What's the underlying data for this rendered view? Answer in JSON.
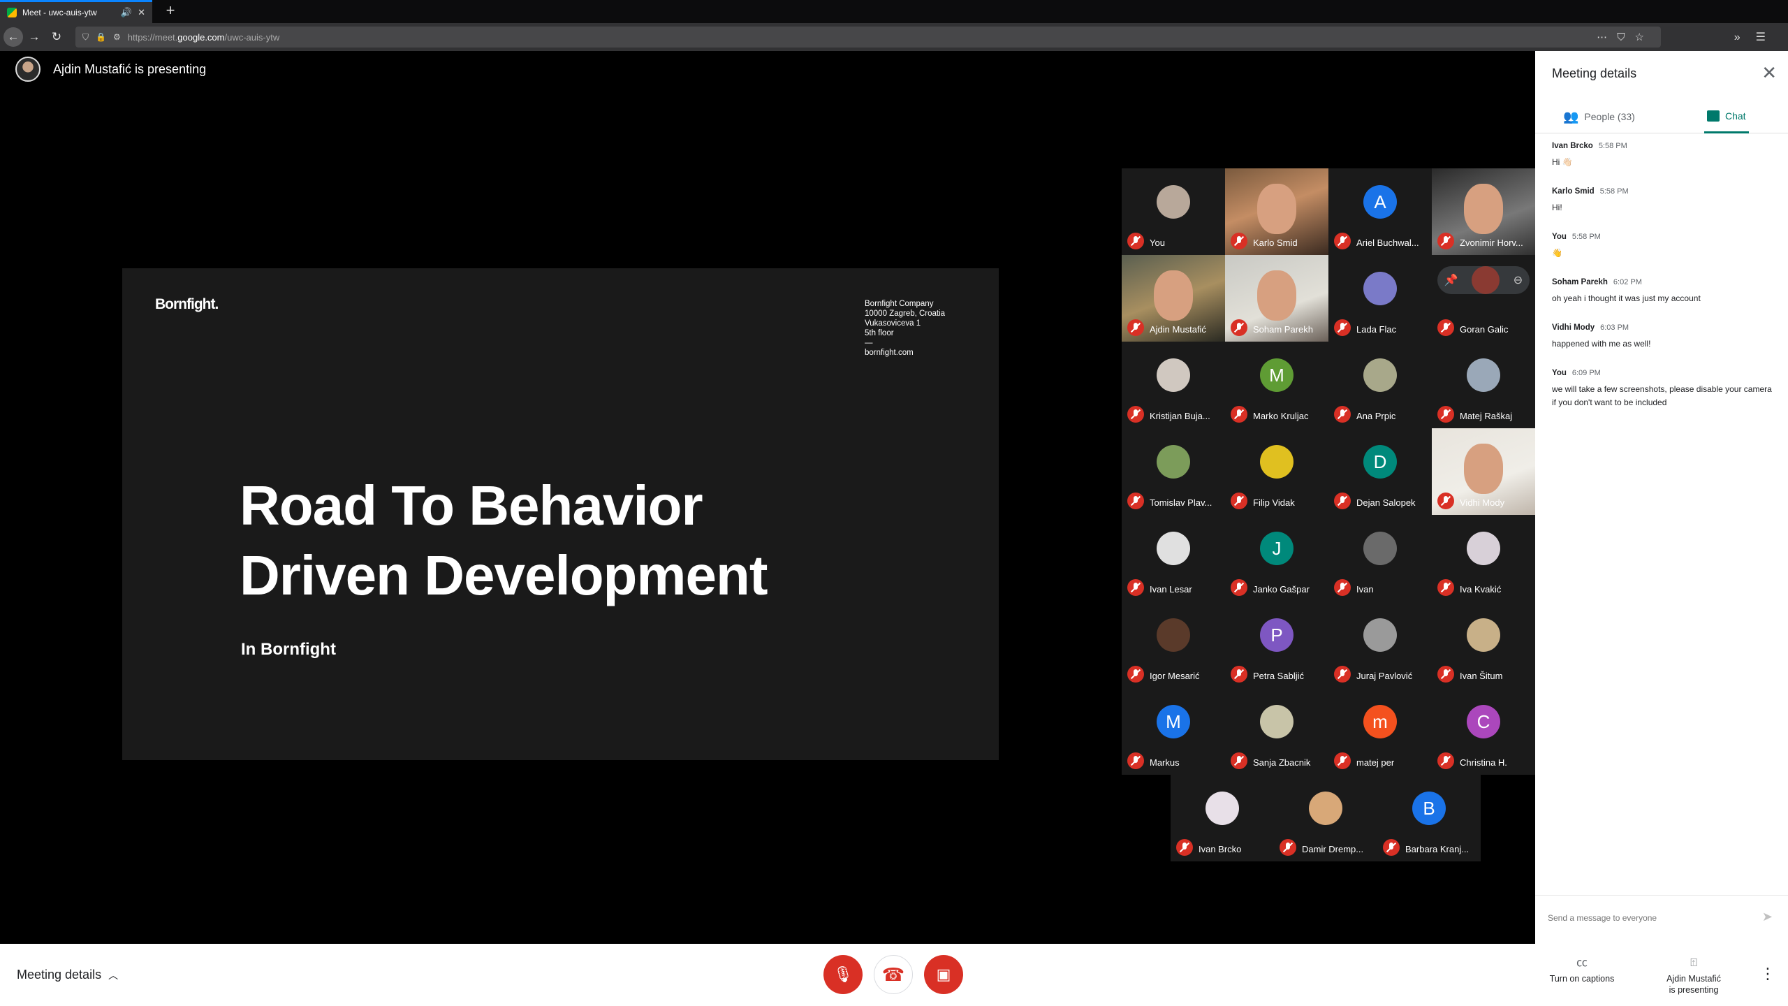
{
  "browser": {
    "tab_title": "Meet - uwc-auis-ytw",
    "tab_audio_icon": "speaker-icon",
    "url_prefix": "https://meet.",
    "url_host": "google.com",
    "url_path": "/uwc-auis-ytw"
  },
  "presenter_banner": "Ajdin Mustafić is presenting",
  "slide": {
    "logo": "Bornfight.",
    "address": "Bornfight Company\n10000 Zagreb, Croatia\nVukasoviceva 1\n5th floor\n—\nbornfight.com",
    "headline_1": "Road To Behavior",
    "headline_2": "Driven Development",
    "subtitle": "In Bornfight"
  },
  "participants": [
    {
      "name": "You",
      "kind": "photo",
      "color": "#b8a89a"
    },
    {
      "name": "Karlo Smid",
      "kind": "video",
      "v": "v1"
    },
    {
      "name": "Ariel Buchwal...",
      "kind": "letter",
      "letter": "A",
      "color": "#1a73e8"
    },
    {
      "name": "Zvonimir Horv...",
      "kind": "video",
      "v": "v2"
    },
    {
      "name": "Ajdin Mustafić",
      "kind": "video",
      "v": "v3"
    },
    {
      "name": "Soham Parekh",
      "kind": "video",
      "v": "v4"
    },
    {
      "name": "Lada Flac",
      "kind": "photo",
      "color": "#7a7ac8"
    },
    {
      "name": "Goran Galic",
      "kind": "hover"
    },
    {
      "name": "Kristijan Buja...",
      "kind": "photo",
      "color": "#d0c8c0"
    },
    {
      "name": "Marko Kruljac",
      "kind": "letter",
      "letter": "M",
      "color": "#5f9c34"
    },
    {
      "name": "Ana Prpic",
      "kind": "photo",
      "color": "#a8a88a"
    },
    {
      "name": "Matej Raškaj",
      "kind": "photo",
      "color": "#9aa8b8"
    },
    {
      "name": "Tomislav Plav...",
      "kind": "photo",
      "color": "#7c9c5a"
    },
    {
      "name": "Filip Vidak",
      "kind": "photo",
      "color": "#e0c020"
    },
    {
      "name": "Dejan Salopek",
      "kind": "letter",
      "letter": "D",
      "color": "#00897b"
    },
    {
      "name": "Vidhi Mody",
      "kind": "video",
      "v": "v5"
    },
    {
      "name": "Ivan Lesar",
      "kind": "photo",
      "color": "#e0e0e0"
    },
    {
      "name": "Janko Gašpar",
      "kind": "letter",
      "letter": "J",
      "color": "#00897b"
    },
    {
      "name": "Ivan",
      "kind": "photo",
      "color": "#6a6a6a"
    },
    {
      "name": "Iva Kvakić",
      "kind": "photo",
      "color": "#d8d0d8"
    },
    {
      "name": "Igor Mesarić",
      "kind": "photo",
      "color": "#5a3a2a"
    },
    {
      "name": "Petra Sabljić",
      "kind": "letter",
      "letter": "P",
      "color": "#7e57c2"
    },
    {
      "name": "Juraj Pavlović",
      "kind": "photo",
      "color": "#9a9a9a"
    },
    {
      "name": "Ivan Šitum",
      "kind": "photo",
      "color": "#c8b088"
    },
    {
      "name": "Markus",
      "kind": "letter",
      "letter": "M",
      "color": "#1a73e8"
    },
    {
      "name": "Sanja Zbacnik",
      "kind": "photo",
      "color": "#c8c4a8"
    },
    {
      "name": "matej per",
      "kind": "letter",
      "letter": "m",
      "color": "#f4511e"
    },
    {
      "name": "Christina H.",
      "kind": "letter",
      "letter": "C",
      "color": "#ab47bc"
    },
    {
      "name": "Ivan Brcko",
      "kind": "photo",
      "color": "#e8e0e8"
    },
    {
      "name": "Damir Dremp...",
      "kind": "photo",
      "color": "#d8a878"
    },
    {
      "name": "Barbara Kranj...",
      "kind": "letter",
      "letter": "B",
      "color": "#1a73e8"
    }
  ],
  "panel": {
    "title": "Meeting details",
    "tab_people": "People (33)",
    "tab_chat": "Chat",
    "messages": [
      {
        "who": "Ivan Brcko",
        "time": "5:58 PM",
        "text": "Hi 👋🏻"
      },
      {
        "who": "Karlo Smid",
        "time": "5:58 PM",
        "text": "Hi!"
      },
      {
        "who": "You",
        "time": "5:58 PM",
        "text": "👋"
      },
      {
        "who": "Soham Parekh",
        "time": "6:02 PM",
        "text": "oh yeah i thought it was just my account"
      },
      {
        "who": "Vidhi Mody",
        "time": "6:03 PM",
        "text": "happened with me as well!"
      },
      {
        "who": "You",
        "time": "6:09 PM",
        "text": "we will take a few screenshots, please disable your camera if you don't want to be included"
      }
    ],
    "composer_placeholder": "Send a message to everyone"
  },
  "bottom": {
    "meeting_details": "Meeting details",
    "captions": "Turn on captions",
    "presenting_1": "Ajdin Mustafić",
    "presenting_2": "is presenting"
  }
}
